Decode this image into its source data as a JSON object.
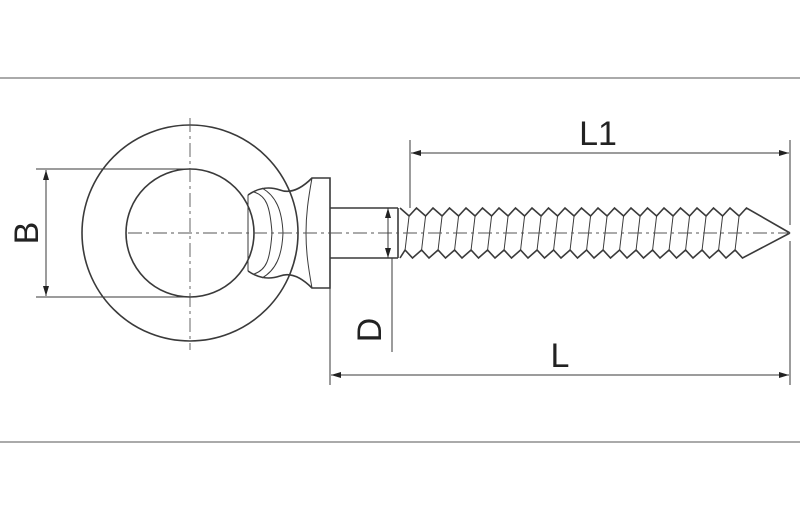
{
  "dimensions": {
    "B": "B",
    "D": "D",
    "L1": "L1",
    "L": "L"
  }
}
